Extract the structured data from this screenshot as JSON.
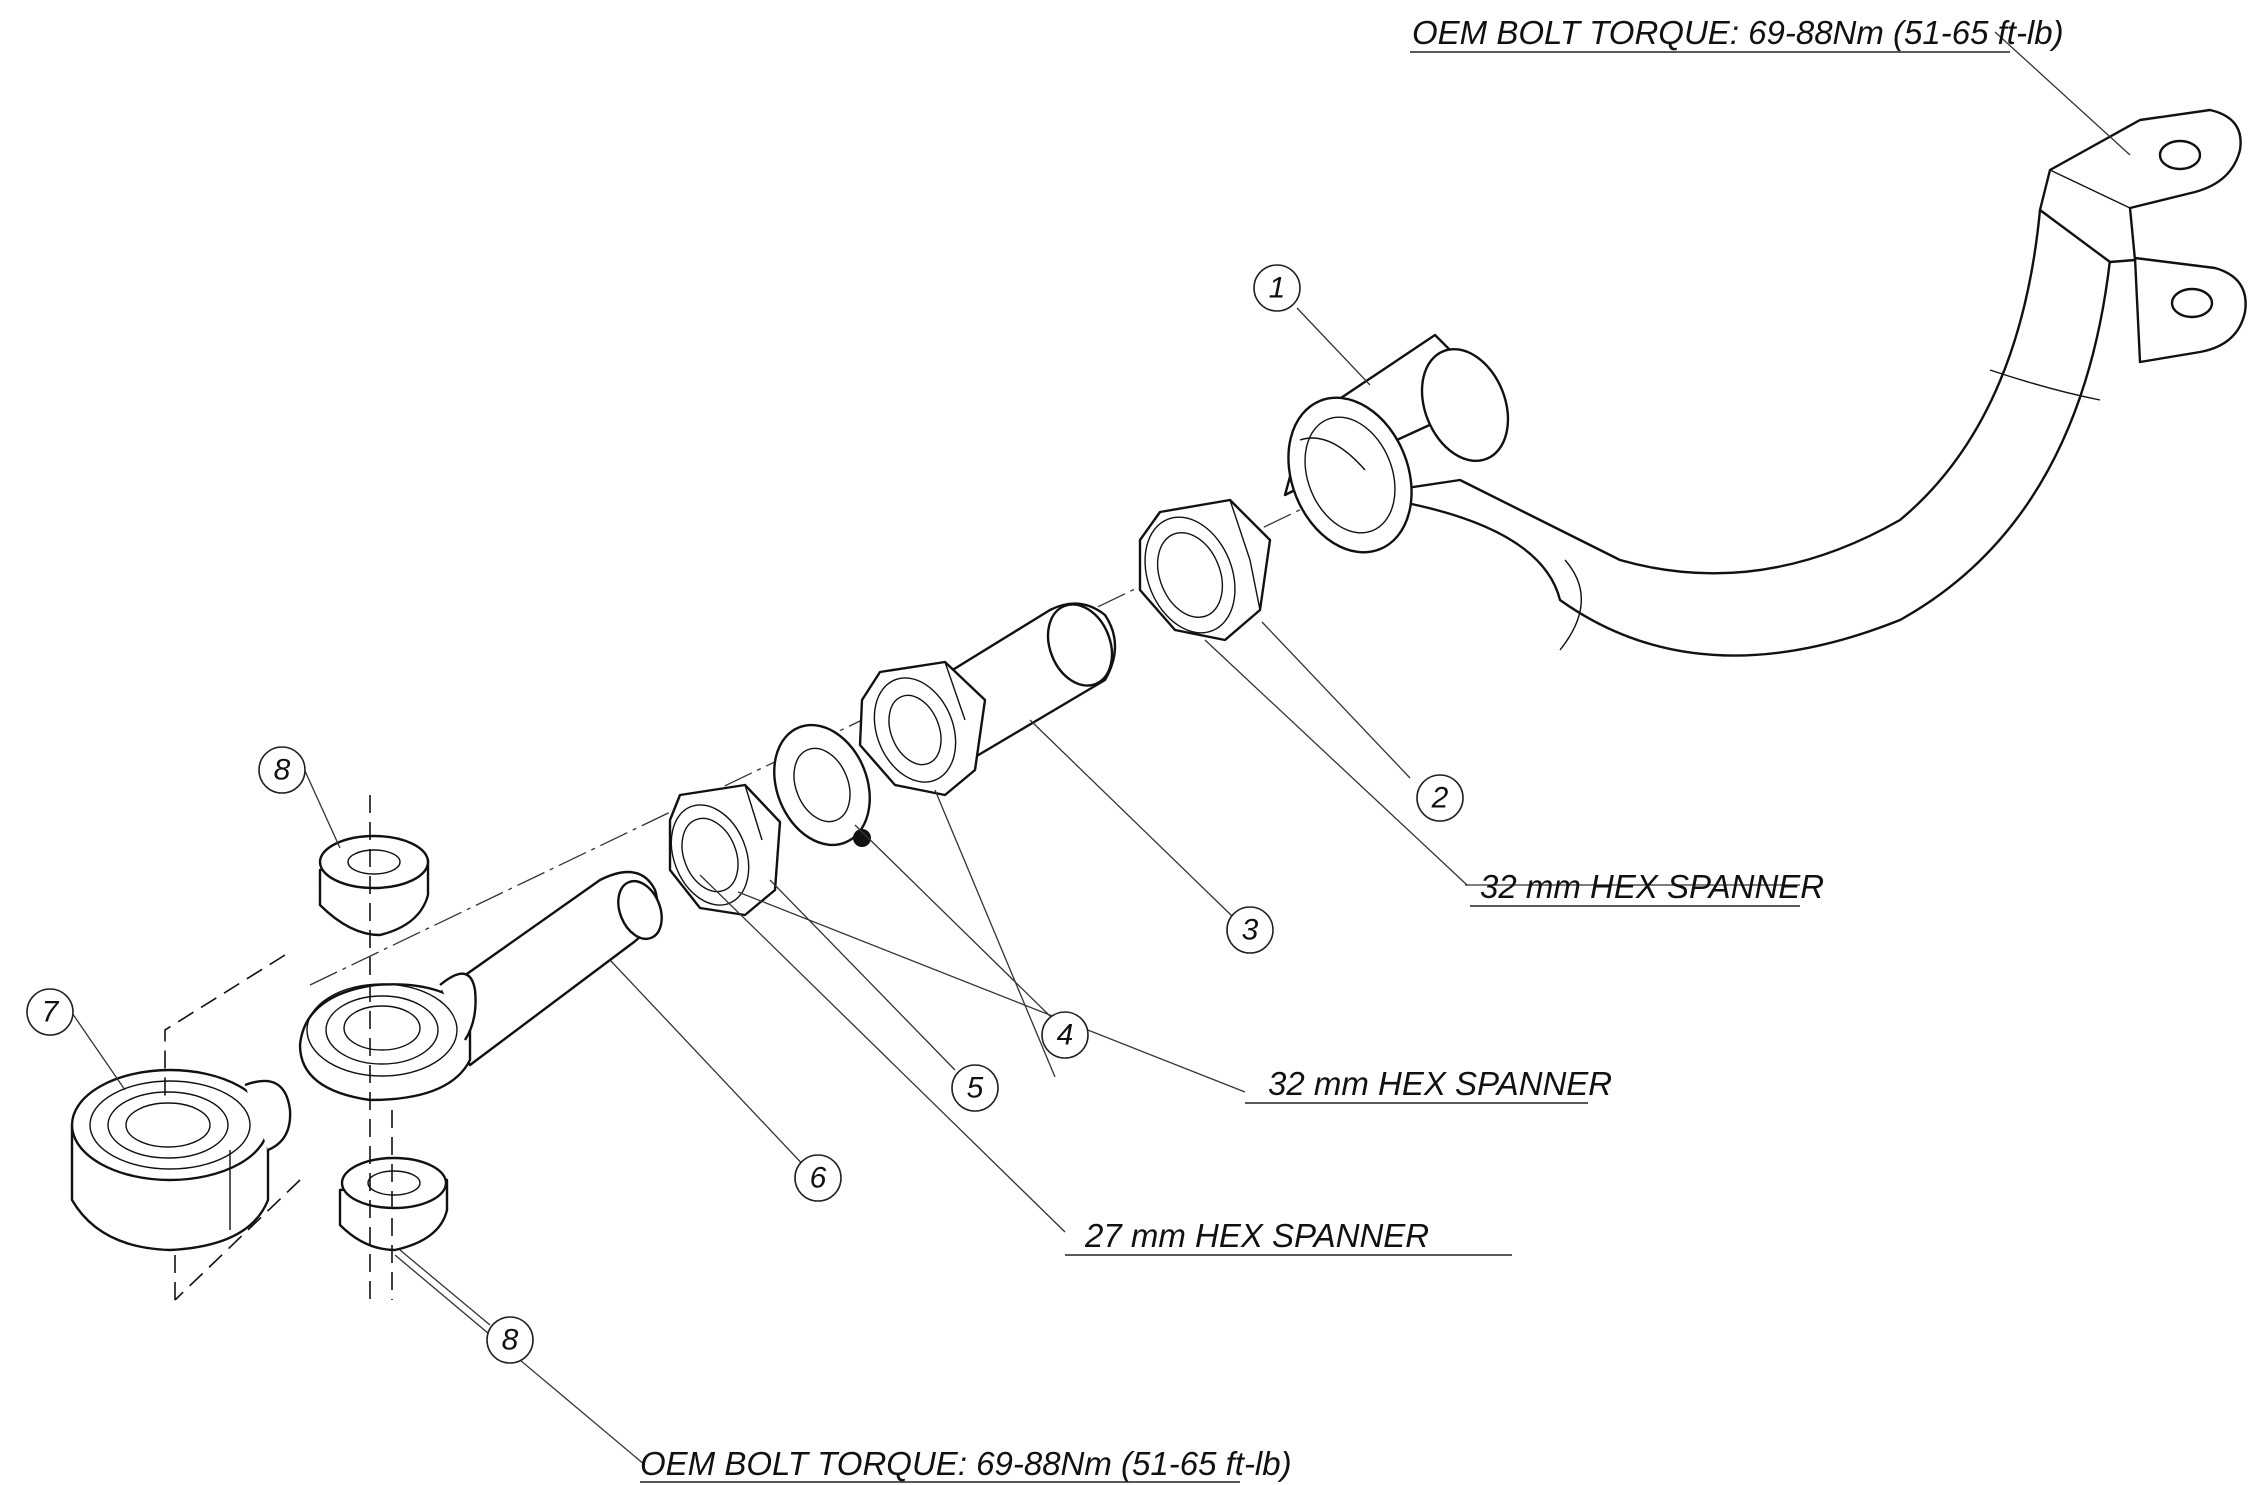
{
  "notes": {
    "top_torque": "OEM BOLT TORQUE: 69-88Nm (51-65 ft-lb)",
    "bottom_torque": "OEM BOLT TORQUE: 69-88Nm (51-65 ft-lb)",
    "spanner_32_upper": "32 mm HEX SPANNER",
    "spanner_32_lower": "32 mm HEX SPANNER",
    "spanner_27": "27 mm HEX SPANNER"
  },
  "balloons": {
    "b1": "1",
    "b2": "2",
    "b3": "3",
    "b4": "4",
    "b5": "5",
    "b6": "6",
    "b7": "7",
    "b8_top": "8",
    "b8_bottom": "8"
  }
}
